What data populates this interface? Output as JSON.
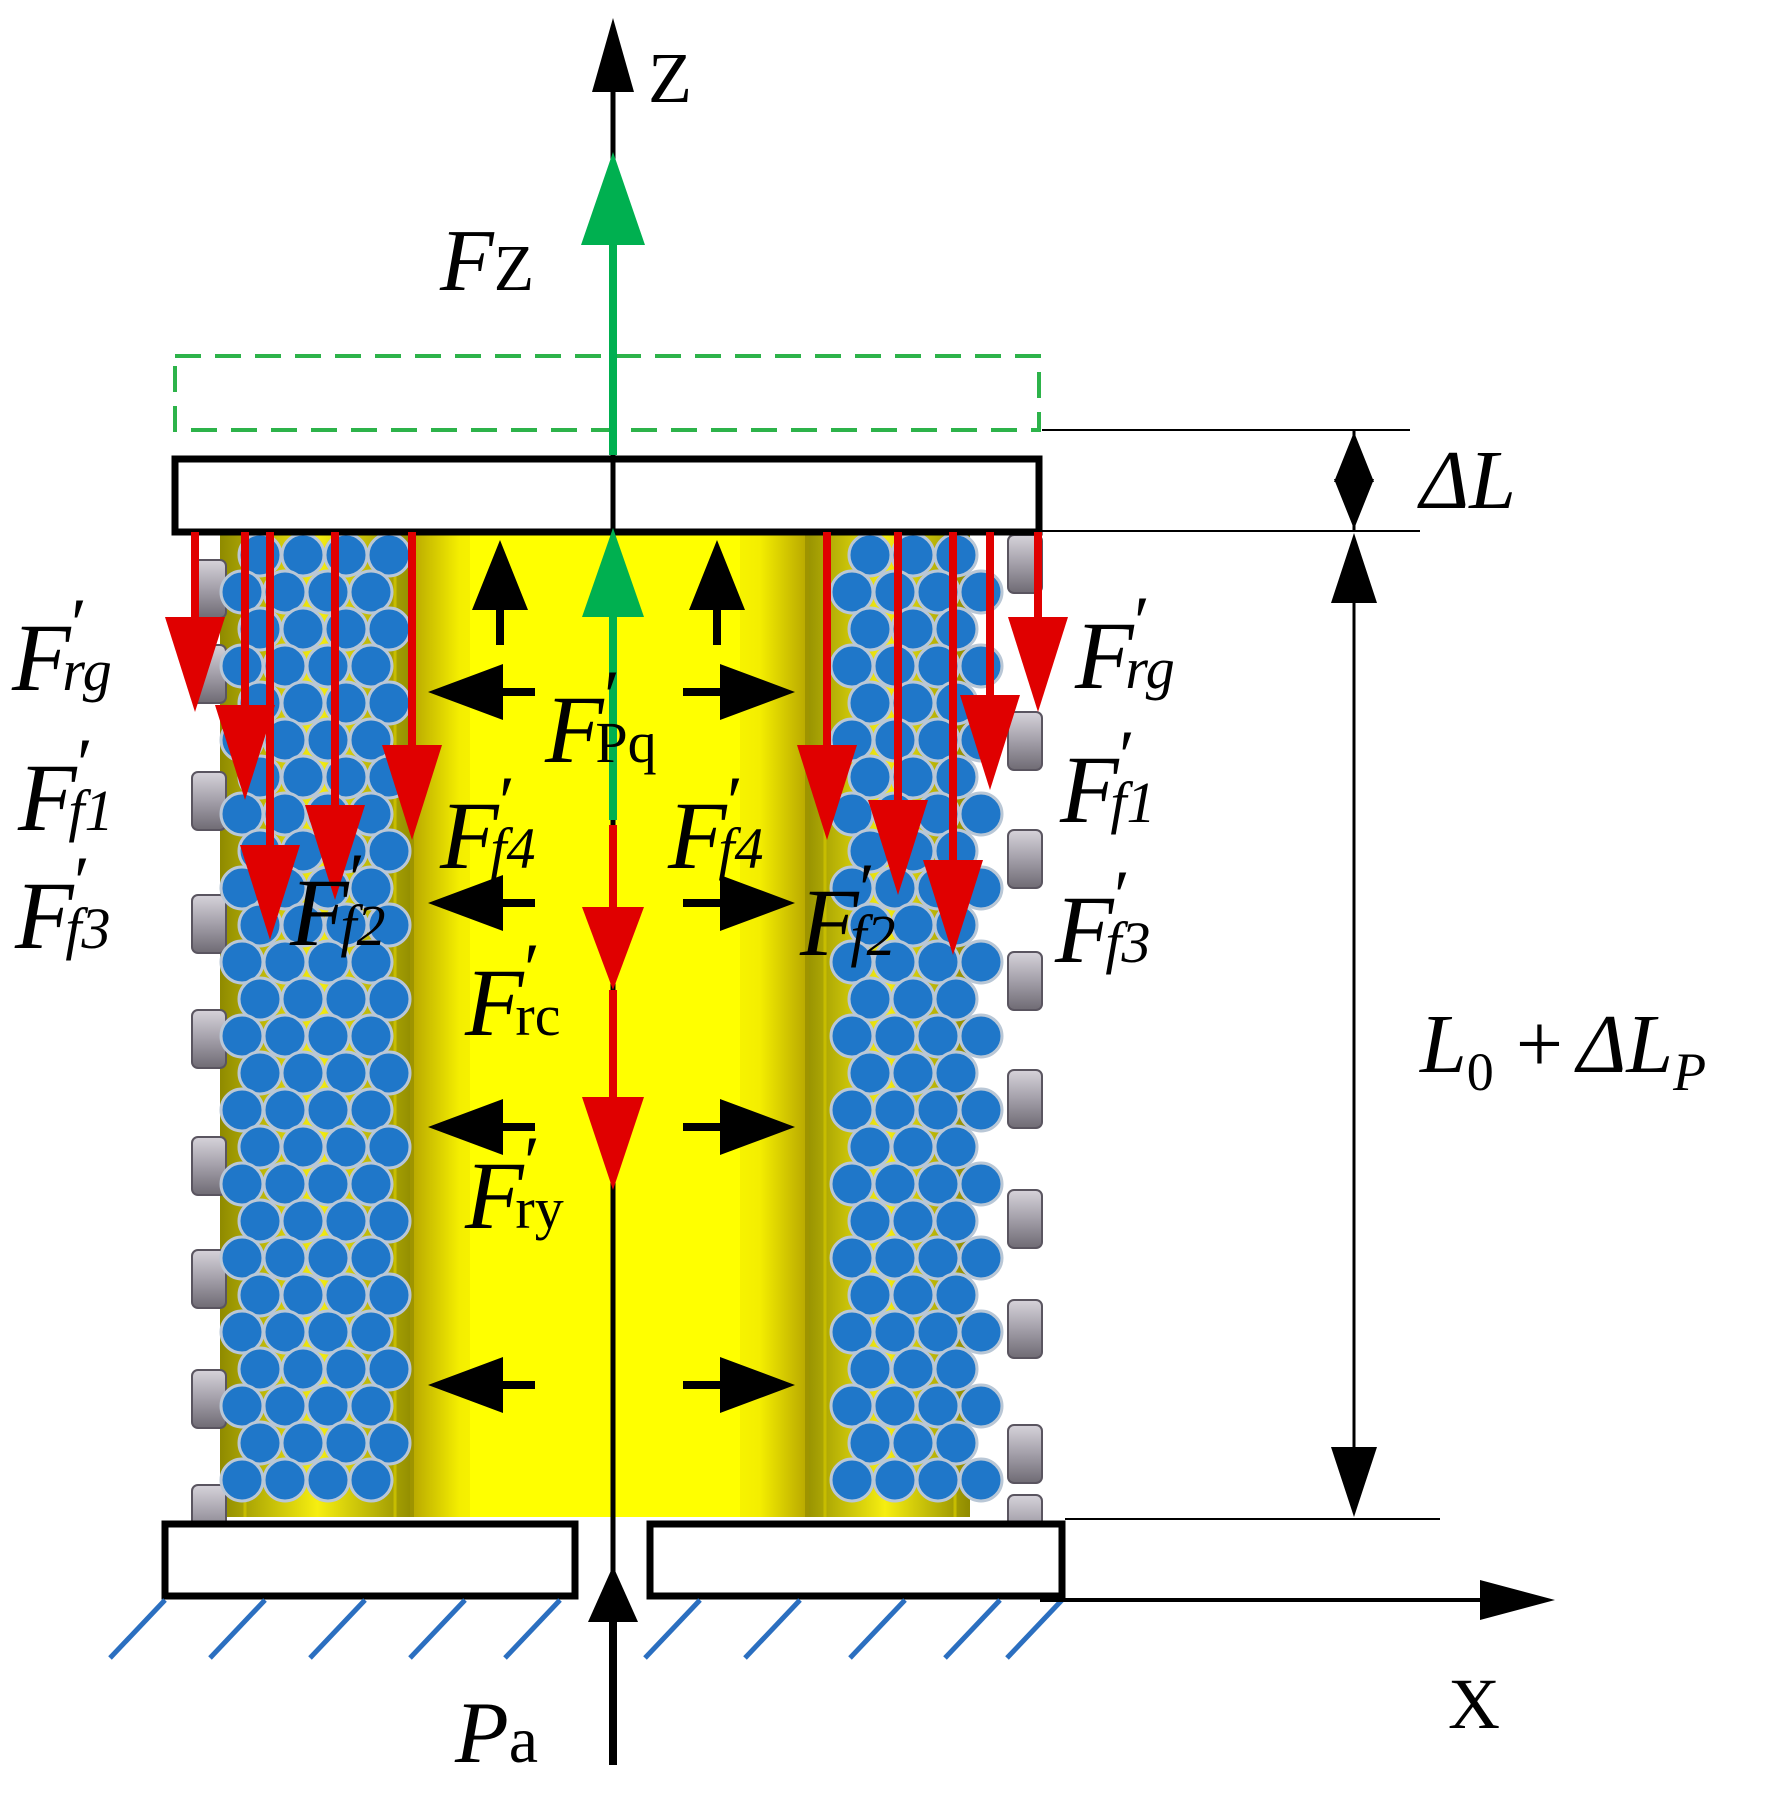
{
  "axes": {
    "z_label": "Z",
    "x_label": "X"
  },
  "labels": {
    "fz": {
      "main": "F",
      "sub": "Z"
    },
    "delta_l": "ΔL",
    "length": {
      "l": "L",
      "l_sub": "0",
      "plus": "+",
      "delta": "ΔL",
      "delta_sub": "P"
    },
    "pa": {
      "main": "P",
      "sub": "a"
    },
    "frg_left": {
      "main": "F",
      "prime": "′",
      "sub": "rg"
    },
    "frg_right": {
      "main": "F",
      "prime": "′",
      "sub": "rg"
    },
    "ff1_left": {
      "main": "F",
      "prime": "′",
      "sub": "f1"
    },
    "ff1_right": {
      "main": "F",
      "prime": "′",
      "sub": "f1"
    },
    "ff3_left": {
      "main": "F",
      "prime": "′",
      "sub": "f3"
    },
    "ff3_right": {
      "main": "F",
      "prime": "′",
      "sub": "f3"
    },
    "ff2_left": {
      "main": "F",
      "prime": "′",
      "sub": "f2"
    },
    "ff2_right": {
      "main": "F",
      "prime": "′",
      "sub": "f2"
    },
    "ff4_left": {
      "main": "F",
      "prime": "′",
      "sub": "f4"
    },
    "ff4_right": {
      "main": "F",
      "prime": "′",
      "sub": "f4"
    },
    "fpq": {
      "main": "F",
      "prime": "′",
      "sub": "Pq"
    },
    "frc": {
      "main": "F",
      "prime": "′",
      "sub": "rc"
    },
    "fry": {
      "main": "F",
      "prime": "′",
      "sub": "ry"
    }
  },
  "colors": {
    "red_arrow": "#e00000",
    "green_arrow": "#00b050",
    "green_dashed": "#2db34a",
    "particle": "#1f77c9",
    "particle_edge": "#b9c7d6",
    "core_yellow": "#ffff00",
    "ground_hatch": "#2b6fc0",
    "bellows_gray": "#a8a4ae"
  }
}
